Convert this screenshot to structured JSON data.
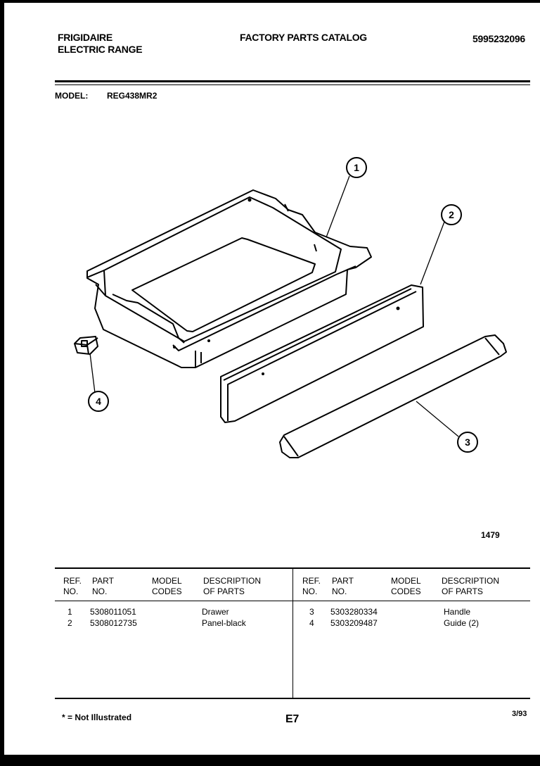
{
  "header": {
    "brand": "FRIGIDAIRE",
    "product": "ELECTRIC RANGE",
    "catalog_title": "FACTORY PARTS CATALOG",
    "catalog_number": "5995232096",
    "model_label": "MODEL:",
    "model_number": "REG438MR2"
  },
  "diagram": {
    "callouts": [
      "1",
      "2",
      "3",
      "4"
    ],
    "figure_number": "1479"
  },
  "table": {
    "headers": {
      "ref": [
        "REF.",
        "NO."
      ],
      "part": [
        "PART",
        "NO."
      ],
      "model": [
        "MODEL",
        "CODES"
      ],
      "desc": [
        "DESCRIPTION",
        "OF PARTS"
      ]
    },
    "left_rows": [
      {
        "ref": "1",
        "part": "5308011051",
        "codes": "",
        "desc": "Drawer"
      },
      {
        "ref": "2",
        "part": "5308012735",
        "codes": "",
        "desc": "Panel-black"
      }
    ],
    "right_rows": [
      {
        "ref": "3",
        "part": "5303280334",
        "codes": "",
        "desc": "Handle"
      },
      {
        "ref": "4",
        "part": "5303209487",
        "codes": "",
        "desc": "Guide (2)"
      }
    ]
  },
  "footer": {
    "note": "* = Not Illustrated",
    "page": "E7",
    "date": "3/93"
  }
}
